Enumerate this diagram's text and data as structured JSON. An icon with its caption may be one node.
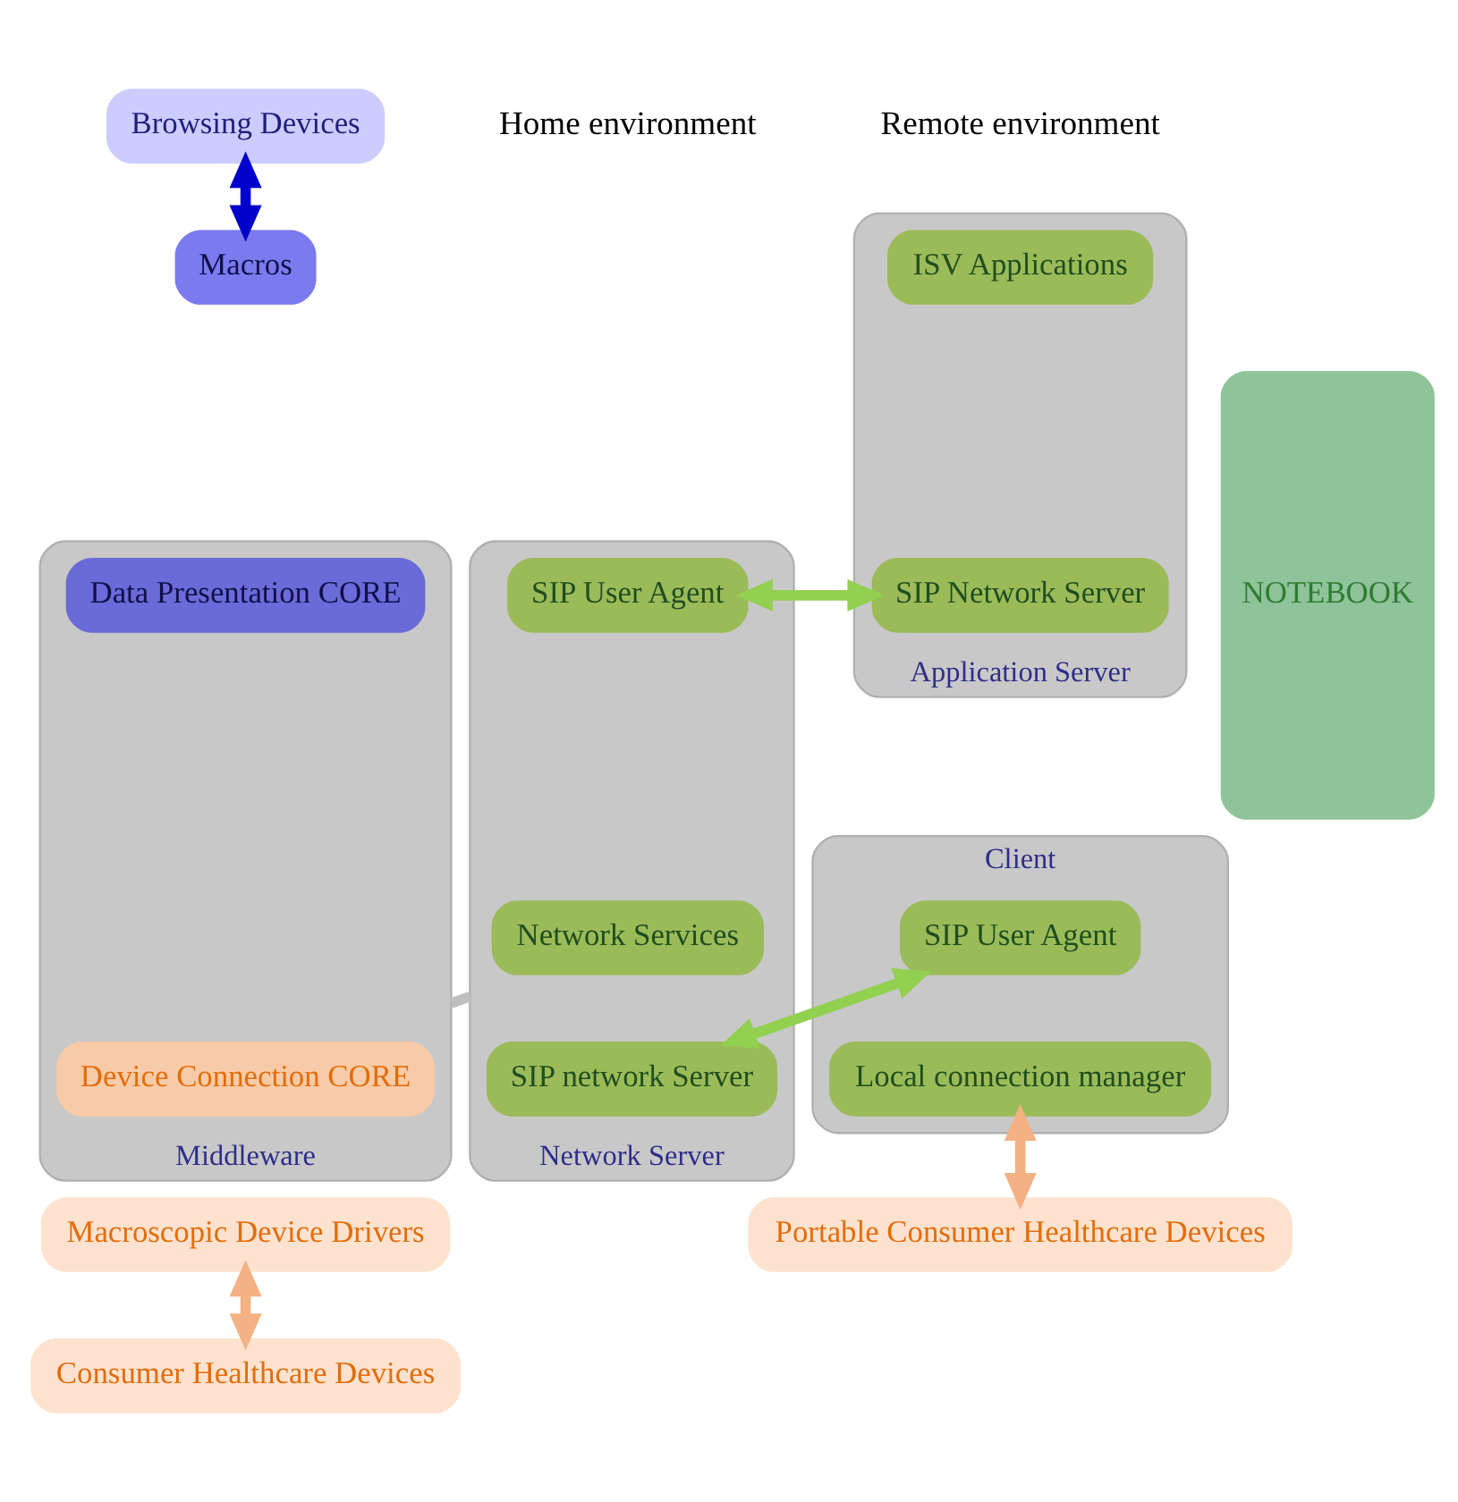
{
  "diagram": {
    "nodes": [
      {
        "text": [
          "Application Server"
        ]
      },
      {
        "text": [
          "ISV Applications"
        ],
        "in": 0
      },
      {
        "text": [
          "SIP Network Server"
        ],
        "in": 0
      },
      {
        "text": [
          "Client"
        ]
      },
      {
        "text": [
          "SIP User Agent"
        ],
        "in": 3
      },
      {
        "text": [
          "Local connection manager"
        ],
        "in": 3
      },
      {
        "text": [
          "Portable Consumer Healthcare Devices"
        ]
      },
      {
        "text": [
          "Network Server"
        ]
      },
      {
        "text": [
          "SIP User Agent"
        ],
        "in": 7
      },
      {
        "text": [
          "Network Services"
        ],
        "in": 7
      },
      {
        "text": [
          "SIP network Server"
        ],
        "in": 7
      },
      {
        "text": [
          "Browsing Devices"
        ]
      },
      {
        "text": [
          "Macros"
        ]
      },
      {
        "text": [
          "Middleware"
        ]
      },
      {
        "text": [
          "Data Presentation CORE"
        ],
        "in": 13
      },
      {
        "text": [
          "Device Connection CORE"
        ],
        "in": 13
      },
      {
        "text": [
          "Macroscopic Device Drivers"
        ]
      },
      {
        "text": [
          "Consumer Healthcare Devices"
        ]
      },
      {
        "text": [
          "NOTEBOOK"
        ]
      }
    ],
    "edges": [
      {
        "from": 2,
        "to": 8,
        "arrow": "both",
        "color": "#92d050"
      },
      {
        "from": 4,
        "to": 10,
        "arrow": "both",
        "color": "#92d050"
      },
      {
        "from": 5,
        "to": 6,
        "arrow": "both",
        "color": "#f4b183"
      },
      {
        "from": 11,
        "to": 12,
        "arrow": "both",
        "color": "#0000cc"
      },
      {
        "from": 16,
        "to": 17,
        "arrow": "both",
        "color": "#f4b183"
      },
      {
        "from": 7,
        "to": 13,
        "arrow": "none",
        "color": "#bfbfbf"
      }
    ],
    "labels": [
      "Remote environment",
      "Home environment"
    ]
  }
}
